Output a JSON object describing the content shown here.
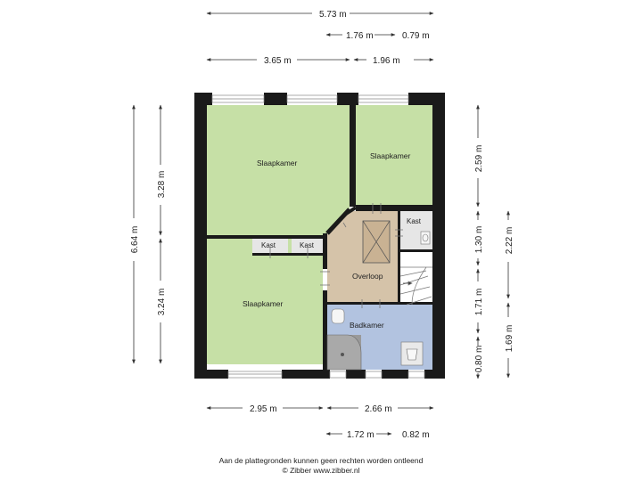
{
  "dimensions": {
    "top_total": "5.73 m",
    "top_a": "1.76 m",
    "top_b": "0.79 m",
    "top_c": "3.65 m",
    "top_d": "1.96 m",
    "left_total": "6.64 m",
    "left_a": "3.28 m",
    "left_b": "3.24 m",
    "right_a": "2.59 m",
    "right_b": "1.30 m",
    "right_c": "1.71 m",
    "right_d": "0.80 m",
    "right_e": "2.22 m",
    "right_f": "1.69 m",
    "bottom_a": "2.95 m",
    "bottom_b": "2.66 m",
    "bottom_c": "1.72 m",
    "bottom_d": "0.82 m"
  },
  "rooms": {
    "bedroom_nw": "Slaapkamer",
    "bedroom_ne": "Slaapkamer",
    "bedroom_sw": "Slaapkamer",
    "closet_1": "Kast",
    "closet_2": "Kast",
    "closet_3": "Kast",
    "landing": "Overloop",
    "bathroom": "Badkamer"
  },
  "colors": {
    "bedroom": "#c6e0a6",
    "landing": "#d5c3a9",
    "bathroom": "#b2c3e0",
    "closet": "#e6e6e6",
    "wall": "#1a1a1a"
  },
  "footer": {
    "line1": "Aan de plattegronden kunnen geen rechten worden ontleend",
    "line2": "© Zibber www.zibber.nl"
  }
}
